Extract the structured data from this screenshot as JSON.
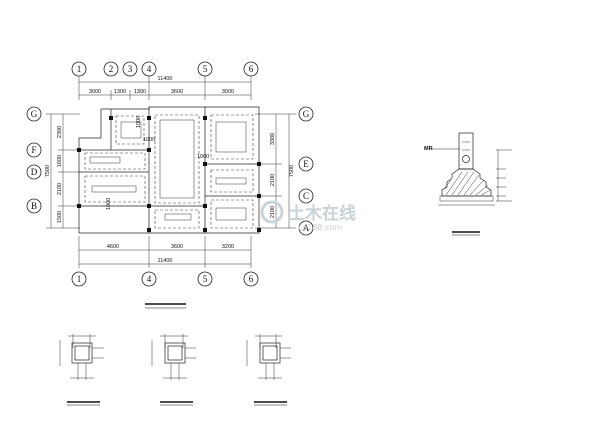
{
  "plan": {
    "top_axes": [
      "1",
      "2",
      "3",
      "4",
      "5",
      "6"
    ],
    "bottom_axes": [
      "1",
      "4",
      "5",
      "6"
    ],
    "left_axes": [
      "G",
      "F",
      "D",
      "B"
    ],
    "right_axes": [
      "G",
      "E",
      "C",
      "A"
    ],
    "top_total": "11400",
    "top_dims": [
      "3000",
      "1300",
      "1300",
      "3600",
      "3000"
    ],
    "bottom_dims": [
      "4600",
      "3600",
      "3200"
    ],
    "bottom_total": "11400",
    "left_dims": [
      "2300",
      "1600",
      "2100",
      "1500"
    ],
    "left_total": "7500",
    "right_dims": [
      "3300",
      "2100",
      "2100"
    ],
    "right_total": "7500",
    "inner_labels": [
      "1000",
      "1000",
      "1000",
      "1000"
    ]
  },
  "footing_section": {
    "label": "MR"
  },
  "watermark": {
    "main": "土木在线",
    "sub": "co188.com"
  }
}
